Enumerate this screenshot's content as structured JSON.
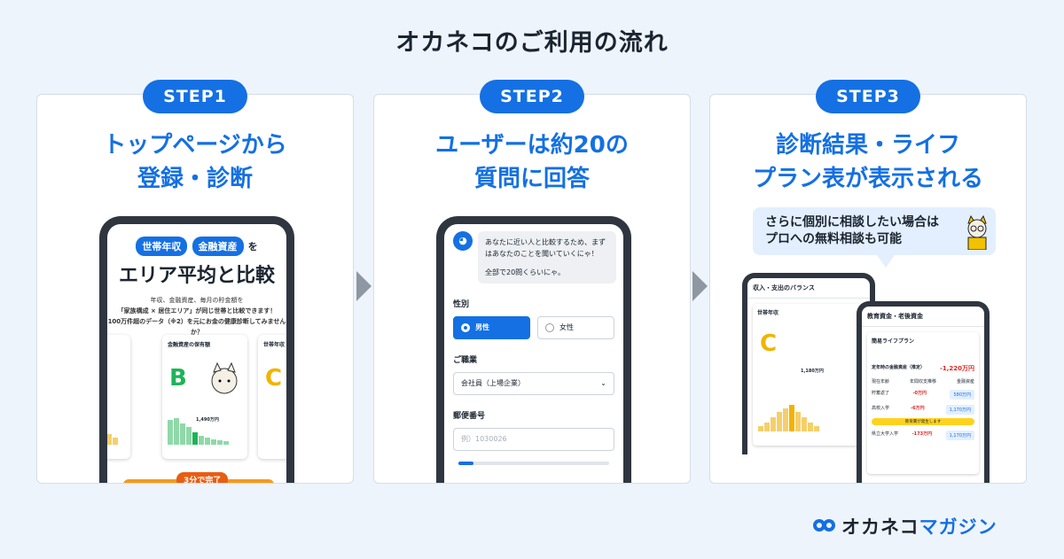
{
  "title": "オカネコのご利用の流れ",
  "steps": [
    {
      "badge": "STEP1",
      "title_line1": "トップページから",
      "title_line2": "登録・診断",
      "screen": {
        "pill1": "世帯年収",
        "pill2": "金融資産",
        "wo": "を",
        "headline": "エリア平均と比較",
        "desc1": "年収、金融資産、毎月の貯金額を",
        "desc2": "「家族構成 × 居住エリア」が同じ世帯と比較できます！",
        "desc3": "100万件超のデータ（※2）を元にお金の健康診断してみませんか？",
        "card_mid_title": "金融資産の保有額",
        "card_mid_value": "1,490万円",
        "card_right_title": "世帯年収",
        "grade_mid": "B",
        "grade_right": "C",
        "cta_tag": "3分で完了"
      }
    },
    {
      "badge": "STEP2",
      "title_line1": "ユーザーは約20の",
      "title_line2": "質問に回答",
      "screen": {
        "bubble_line1": "あなたに近い人と比較するため、まずはあなたのことを聞いていくにゃ！",
        "bubble_line2": "全部で20問くらいにゃ。",
        "label_gender": "性別",
        "male": "男性",
        "female": "女性",
        "label_job": "ご職業",
        "job_value": "会社員（上場企業）",
        "label_zip": "郵便番号",
        "zip_placeholder": "例）1030026",
        "progress": 0.1
      }
    },
    {
      "badge": "STEP3",
      "title_line1": "診断結果・ライフ",
      "title_line2": "プラン表が表示される",
      "bubble_line1": "さらに個別に相談したい場合は",
      "bubble_line2": "プロへの無料相談も可能",
      "screen": {
        "left_header": "収入・支出のバランス",
        "left_sub": "世帯年収",
        "left_grade": "C",
        "left_value": "1,180万円",
        "right_header": "教育資金・老後資金",
        "plan_title": "簡易ライフプラン",
        "balance_label": "定年時の金融資産（推定）",
        "balance_value": "-1,220万円",
        "col1": "現在年齢",
        "col2": "年間収支推移",
        "col3": "金融資産",
        "row1_name": "貯蓄返了",
        "row1_delta": "-0万円",
        "row1_asset": "580万円",
        "row2_name": "高校入学",
        "row2_delta": "-6万円",
        "row2_asset": "1,170万円",
        "row3_name": "県立大学入学",
        "row3_delta": "-173万円",
        "row3_asset": "1,170万円",
        "warn": "教育費が発生します"
      }
    }
  ],
  "logo": {
    "part1": "オカネコ",
    "part2": "マガジン"
  },
  "colors": {
    "accent": "#1470e3",
    "orange": "#f59a1b",
    "green": "#1fb35a",
    "yellow": "#f2b300"
  }
}
